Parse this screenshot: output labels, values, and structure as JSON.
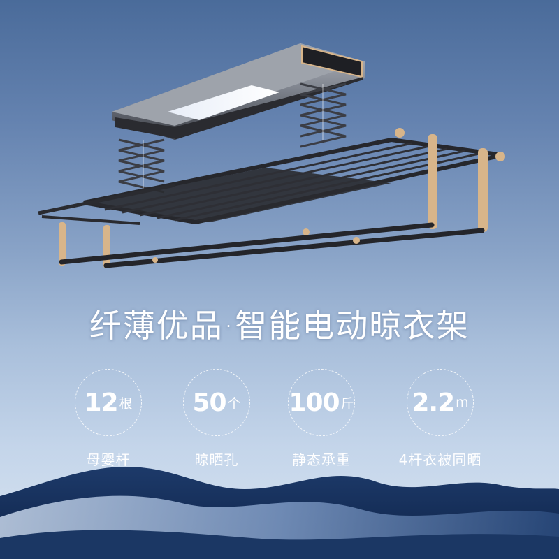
{
  "headline": "纤薄优品·智能电动晾衣架",
  "features": [
    {
      "number": "12",
      "unit": "根",
      "caption": "母婴杆"
    },
    {
      "number": "50",
      "unit": "个",
      "caption": "晾晒孔"
    },
    {
      "number": "100",
      "unit": "斤",
      "caption": "静态承重"
    },
    {
      "number": "2.2",
      "unit": "m",
      "caption": "4杆衣被同晒"
    }
  ],
  "colors": {
    "accent_gold": "#d8b58a",
    "bar_dark": "#2a2a30",
    "sky_top": "#4a6b9a"
  }
}
